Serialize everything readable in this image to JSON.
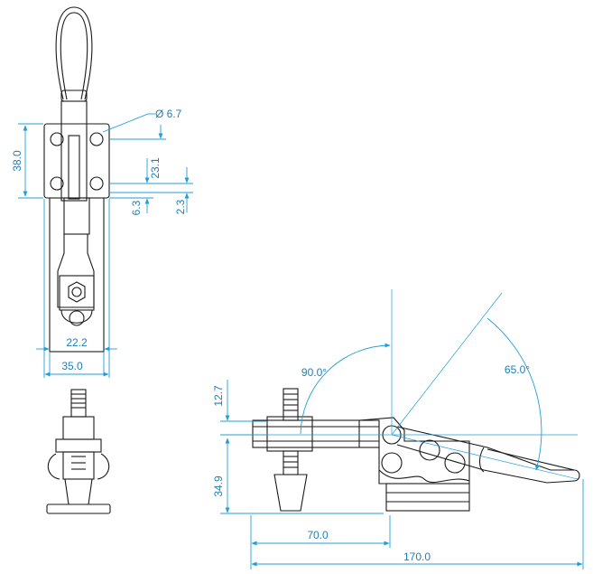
{
  "dimensions": {
    "hole_diameter": "Ø 6.7",
    "base_height": "38.0",
    "hole_spacing_vertical": "23.1",
    "offset_small": "6.3",
    "offset_tiny": "2.3",
    "inner_width": "22.2",
    "base_width": "35.0",
    "height_top": "12.7",
    "height_bottom": "34.9",
    "reach": "70.0",
    "overall_length": "170.0",
    "angle_open": "90.0°",
    "angle_handle": "65.0°"
  },
  "colors": {
    "dimension": "#1f9fd8",
    "outline": "#1a1a1a"
  }
}
